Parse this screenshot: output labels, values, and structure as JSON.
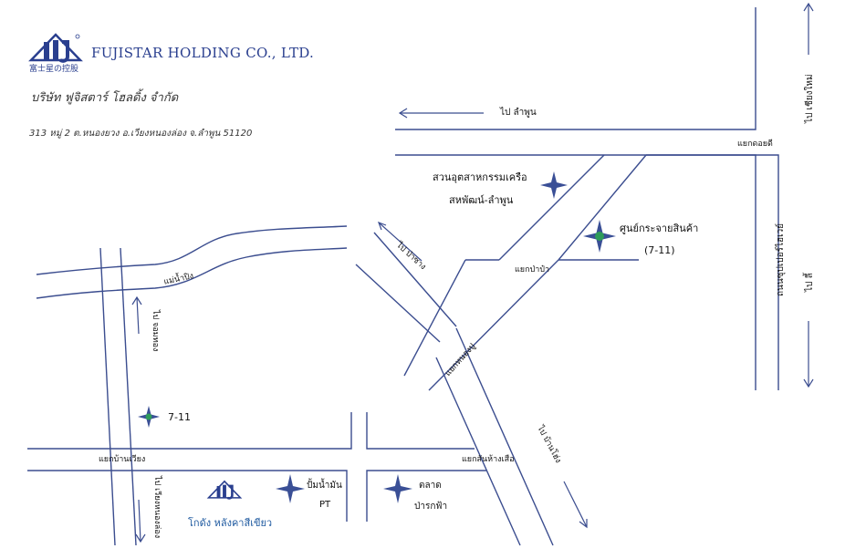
{
  "header": {
    "logo_company": "FUJISTAR HOLDING CO., LTD.",
    "logo_caption": "富士星の控股",
    "company_th": "บริษัท ฟูจิสตาร์ โฮลดิ้ง จำกัด",
    "address": "313 หมู่ 2 ต.หนองยวง อ.เวียงหนองล่อง จ.ลำพูน 51120"
  },
  "labels": {
    "to_lamphun": "ไป ลำพูน",
    "to_chiangmai": "ไป เชียงใหม่",
    "to_li": "ไป ลี้",
    "intersection_doidi": "แยกดอยดี",
    "superhighway": "ถนนซุปเปอร์ไฮเวย์",
    "industrial_estate_1": "สวนอุตสาหกรรมเครือ",
    "industrial_estate_2": "สหพัฒน์-ลำพูน",
    "distribution_center": "ศูนย์กระจายสินค้า",
    "distribution_center_code": "(7-11)",
    "to_pasang": "ไป ป่าซาง",
    "intersection_papa": "แยกป่าป๋า",
    "river": "แม่น้ำปิง",
    "to_chomthong": "ไป จอมทอง",
    "intersection_tha_pla_duk": "แยกหนองปู",
    "store_711": "7-11",
    "intersection_ban_wiang": "แยกบ้านเวียง",
    "to_wiang_nong_long": "ไป เวียงหนองล่อง",
    "intersection_san_hang_suea": "แยกสันห้างเสือ",
    "to_ban_hong": "ไป บ้านโฮ่ง",
    "gas_station": "ปั้มน้ำมัน",
    "gas_station_brand": "PT",
    "market": "ตลาด",
    "market_name": "ป่ารกฟ้า",
    "godown": "โกดัง หลังคาสีเขียว"
  },
  "colors": {
    "road": "#3b4d8f",
    "logo_blue": "#2a3f8f",
    "star_blue": "#3a4f96",
    "star_green": "#2e9b5a",
    "text_green": "#1f6b4f"
  },
  "icons": [
    "fujistar-logo-icon",
    "compass-star-icon",
    "arrow-icon"
  ]
}
